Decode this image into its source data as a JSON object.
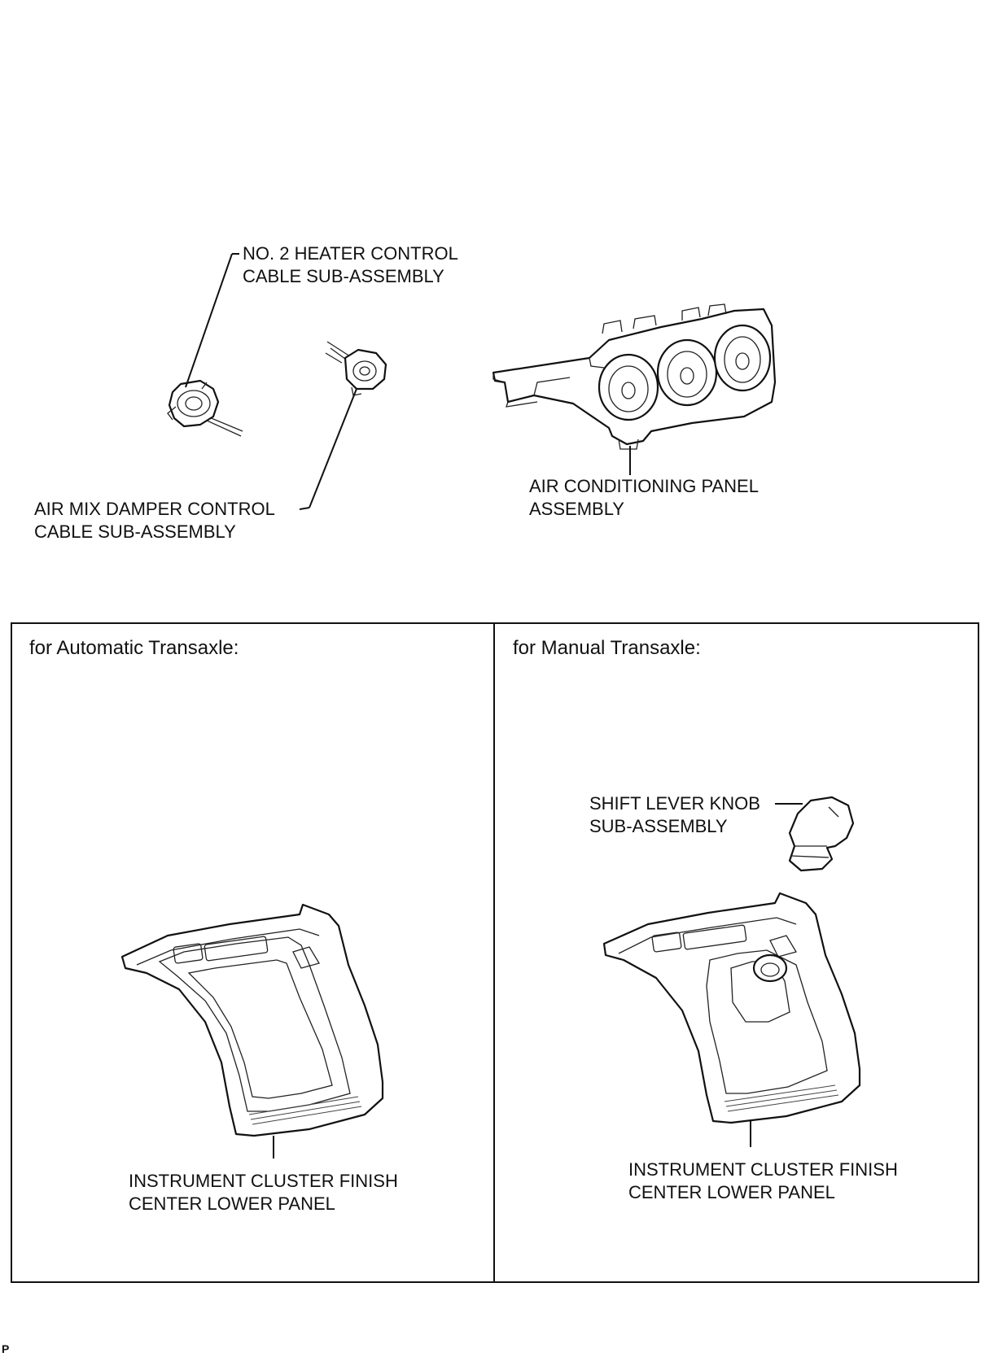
{
  "labels": {
    "heater_cable": [
      "NO. 2 HEATER CONTROL",
      "CABLE SUB-ASSEMBLY"
    ],
    "air_mix_cable": [
      "AIR MIX DAMPER CONTROL",
      "CABLE SUB-ASSEMBLY"
    ],
    "ac_panel": [
      "AIR CONDITIONING PANEL",
      "ASSEMBLY"
    ],
    "shift_knob": [
      "SHIFT LEVER KNOB",
      "SUB-ASSEMBLY"
    ],
    "panel_auto": [
      "INSTRUMENT CLUSTER FINISH",
      "CENTER LOWER PANEL"
    ],
    "panel_manual": [
      "INSTRUMENT CLUSTER FINISH",
      "CENTER LOWER PANEL"
    ]
  },
  "panels": {
    "automatic_title": "for Automatic Transaxle:",
    "manual_title": "for Manual Transaxle:"
  },
  "corner_mark": "P"
}
